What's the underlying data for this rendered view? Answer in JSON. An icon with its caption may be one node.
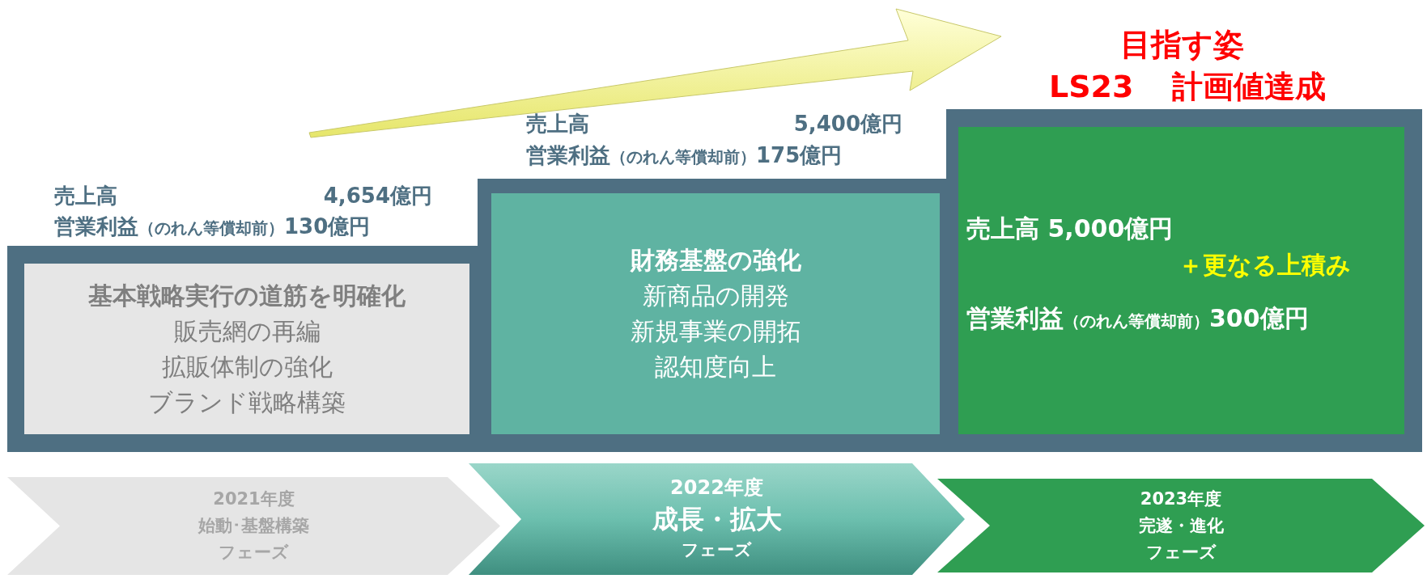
{
  "diagram": {
    "nodes": [
      {
        "text": [
          "基本戦略実行の道筋を明確化",
          "販売網の再編",
          "拡販体制の強化",
          "ブランド戦略構築"
        ]
      },
      {
        "text": [
          "財務基盤の強化",
          "新商品の開発",
          "新規事業の開拓",
          "認知度向上"
        ]
      },
      {
        "text": [
          "売上高 5,000億円",
          "＋更なる上積み",
          "営業利益",
          "（のれん等償却前）",
          "300億円"
        ],
        "beside": [
          "目指す姿",
          "LS23",
          "計画値達成"
        ]
      },
      {
        "text": [
          "2021年度",
          "始動･基盤構築",
          "フェーズ"
        ]
      },
      {
        "text": [
          "2022年度",
          "成長・拡大",
          "フェーズ"
        ]
      },
      {
        "text": [
          "2023年度",
          "完遂・進化",
          "フェーズ"
        ]
      }
    ],
    "labels": [
      "売上高",
      "5,400億円",
      "営業利益",
      "（のれん等償却前）",
      "175億円",
      "売上高",
      "4,654億円",
      "営業利益",
      "（のれん等償却前）",
      "130億円"
    ]
  }
}
